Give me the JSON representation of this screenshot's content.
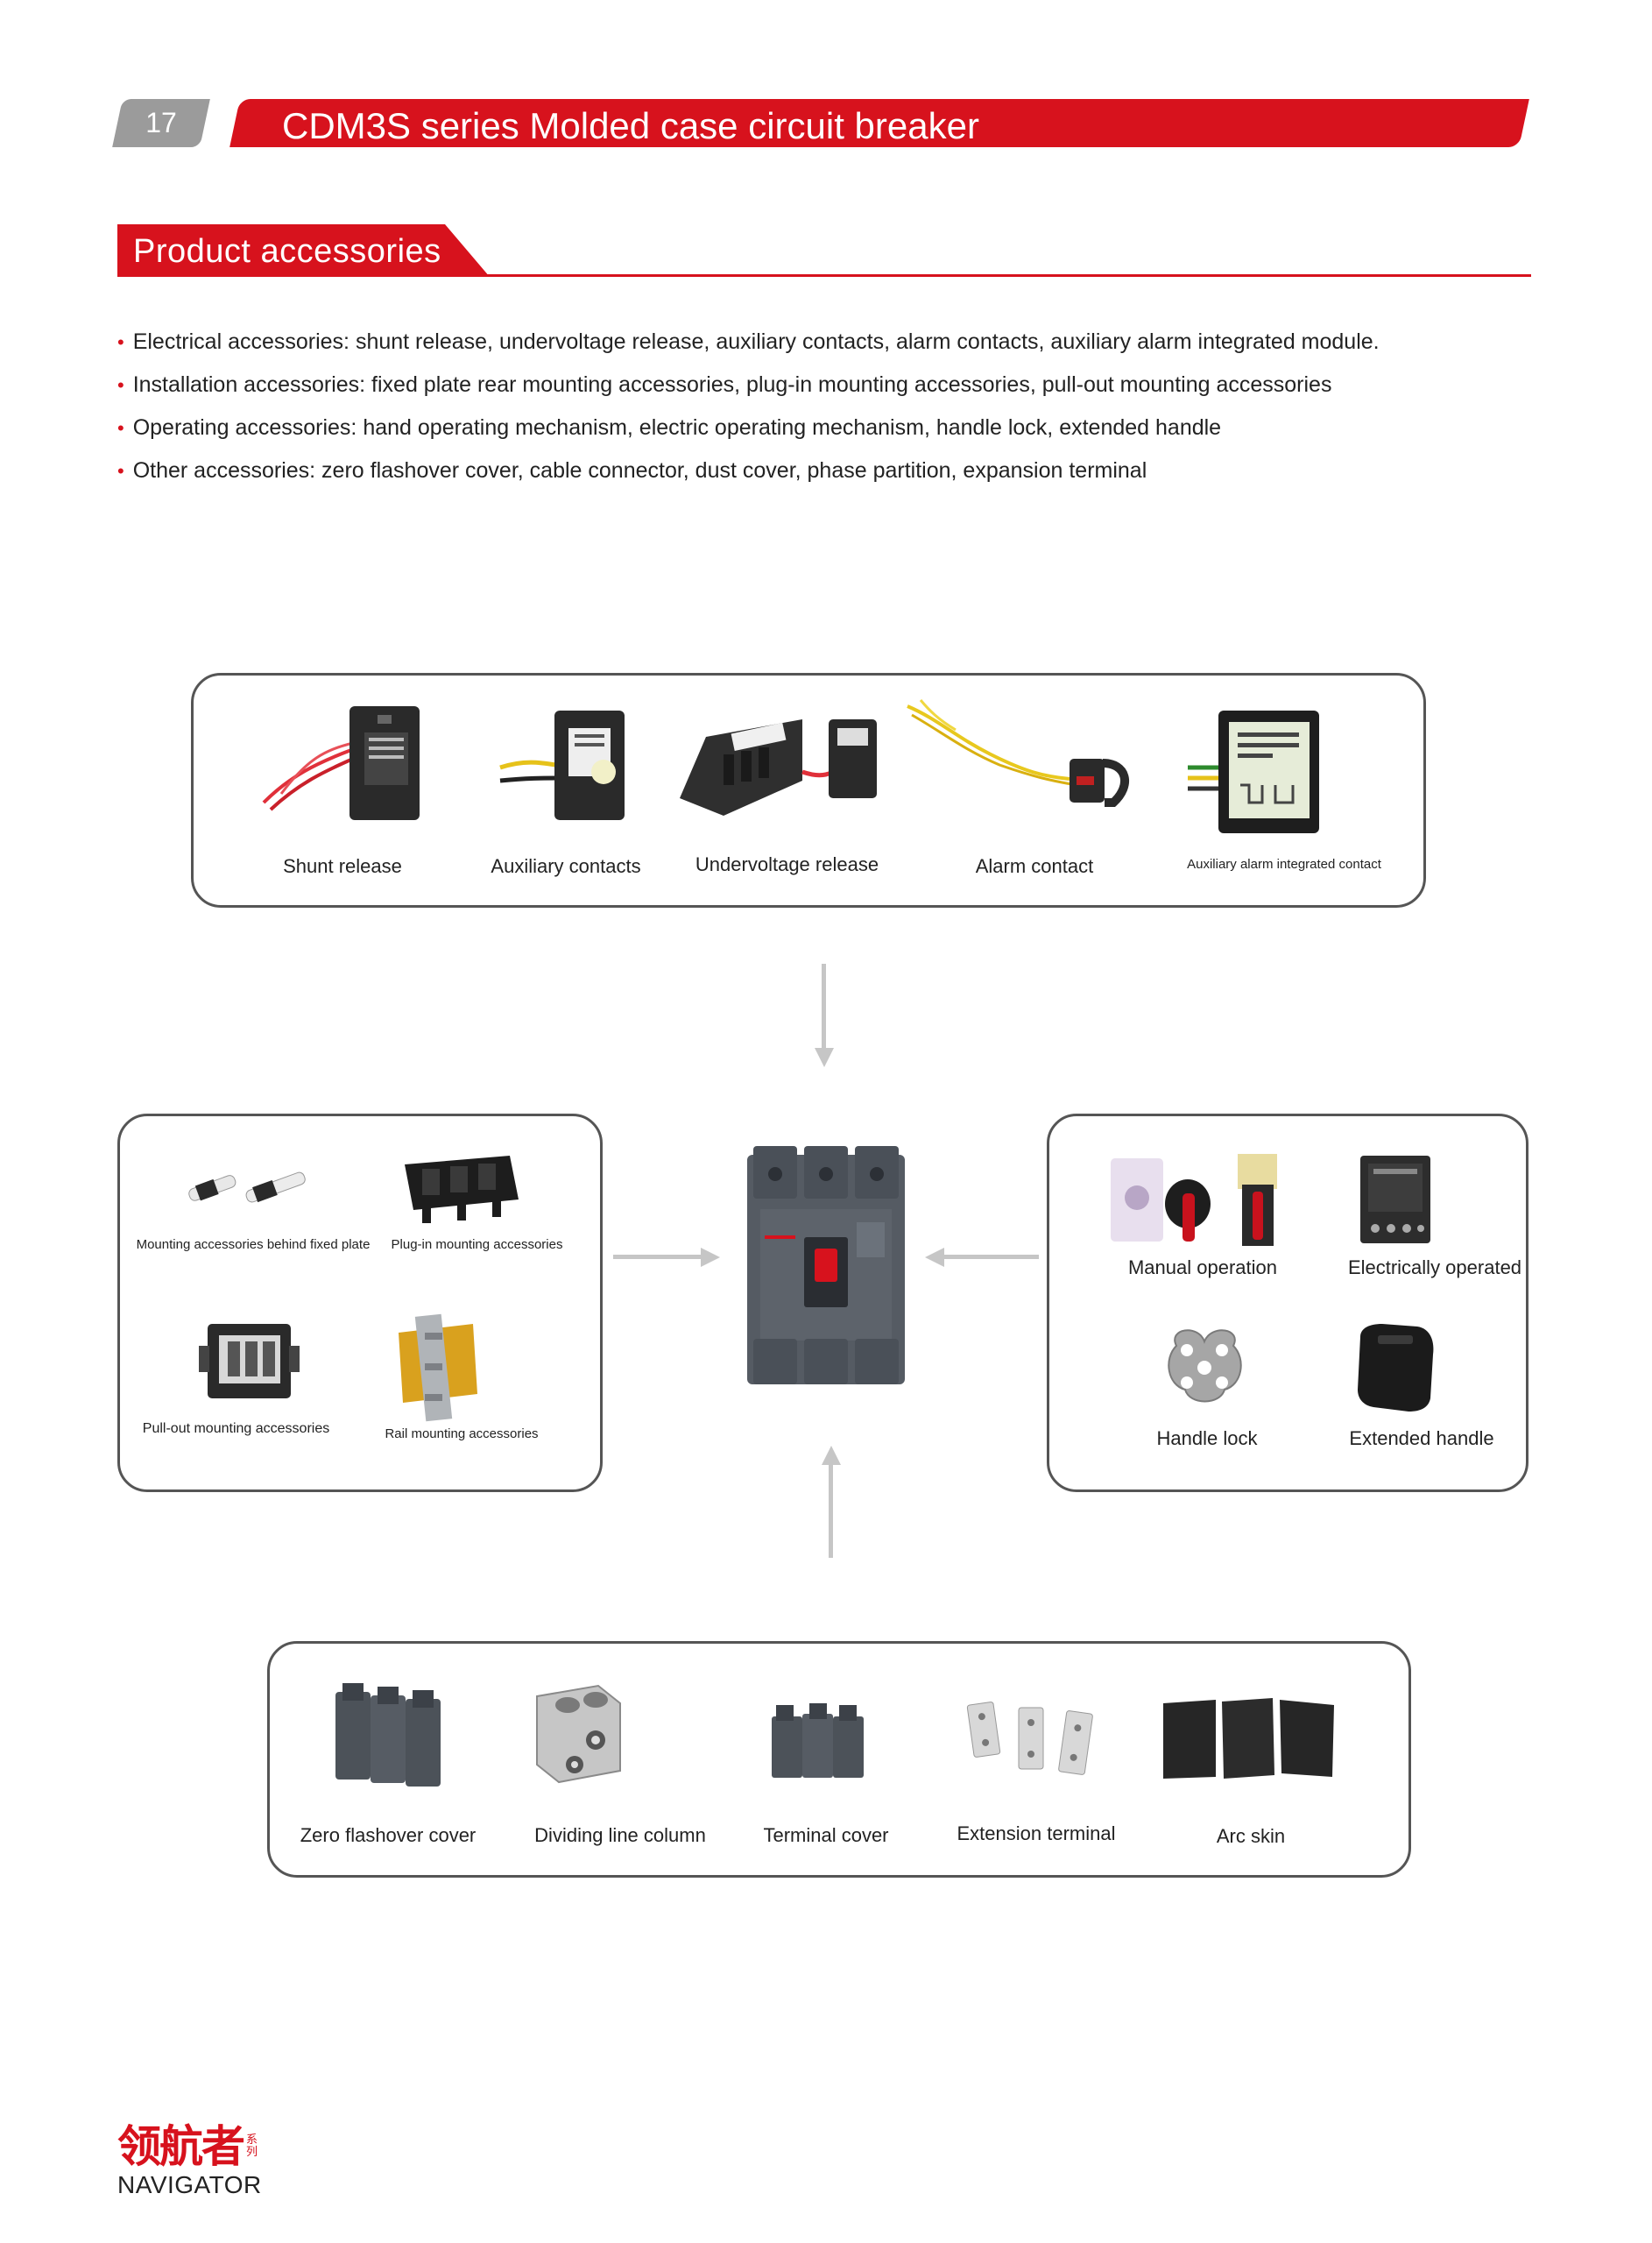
{
  "header": {
    "page_number": "17",
    "title": "CDM3S series Molded case circuit breaker"
  },
  "section": {
    "title": "Product accessories"
  },
  "bullets": [
    "Electrical accessories: shunt release, undervoltage release, auxiliary contacts, alarm contacts, auxiliary alarm integrated module.",
    "Installation accessories: fixed plate rear mounting accessories, plug-in mounting accessories, pull-out mounting accessories",
    "Operating accessories: hand operating mechanism, electric operating mechanism, handle lock, extended handle",
    "Other accessories: zero flashover cover, cable connector, dust cover, phase partition, expansion terminal"
  ],
  "electrical_box": {
    "items": [
      {
        "label": "Shunt release",
        "icon": "shunt-release-image"
      },
      {
        "label": "Auxiliary contacts",
        "icon": "auxiliary-contacts-image"
      },
      {
        "label": "Undervoltage release",
        "icon": "undervoltage-release-image"
      },
      {
        "label": "Alarm contact",
        "icon": "alarm-contact-image"
      },
      {
        "label": "Auxiliary alarm integrated contact",
        "icon": "auxiliary-alarm-integrated-contact-image"
      }
    ]
  },
  "installation_box": {
    "items": [
      {
        "label": "Mounting accessories behind fixed plate",
        "icon": "rear-mounting-accessories-image"
      },
      {
        "label": "Plug-in mounting accessories",
        "icon": "plug-in-mounting-image"
      },
      {
        "label": "Pull-out mounting accessories",
        "icon": "pull-out-mounting-image"
      },
      {
        "label": "Rail mounting accessories",
        "icon": "rail-mounting-image"
      }
    ]
  },
  "operating_box": {
    "items": [
      {
        "label": "Manual operation",
        "icon": "manual-operation-image"
      },
      {
        "label": "Electrically operated",
        "icon": "electric-operation-image"
      },
      {
        "label": "Handle lock",
        "icon": "handle-lock-image"
      },
      {
        "label": "Extended handle",
        "icon": "extended-handle-image"
      }
    ]
  },
  "other_box": {
    "items": [
      {
        "label": "Zero flashover cover",
        "icon": "zero-flashover-cover-image"
      },
      {
        "label": "Dividing line column",
        "icon": "dividing-line-column-image"
      },
      {
        "label": "Terminal cover",
        "icon": "terminal-cover-image"
      },
      {
        "label": "Extension terminal",
        "icon": "extension-terminal-image"
      },
      {
        "label": "Arc skin",
        "icon": "arc-skin-image"
      }
    ]
  },
  "footer": {
    "logo_cn": "领航者",
    "logo_cn_small": "系列",
    "logo_en": "NAVIGATOR"
  },
  "colors": {
    "brand_red": "#d7121d",
    "page_tab_gray": "#9b9b9b",
    "box_border": "#555555",
    "arrow": "#c6c6c6"
  }
}
